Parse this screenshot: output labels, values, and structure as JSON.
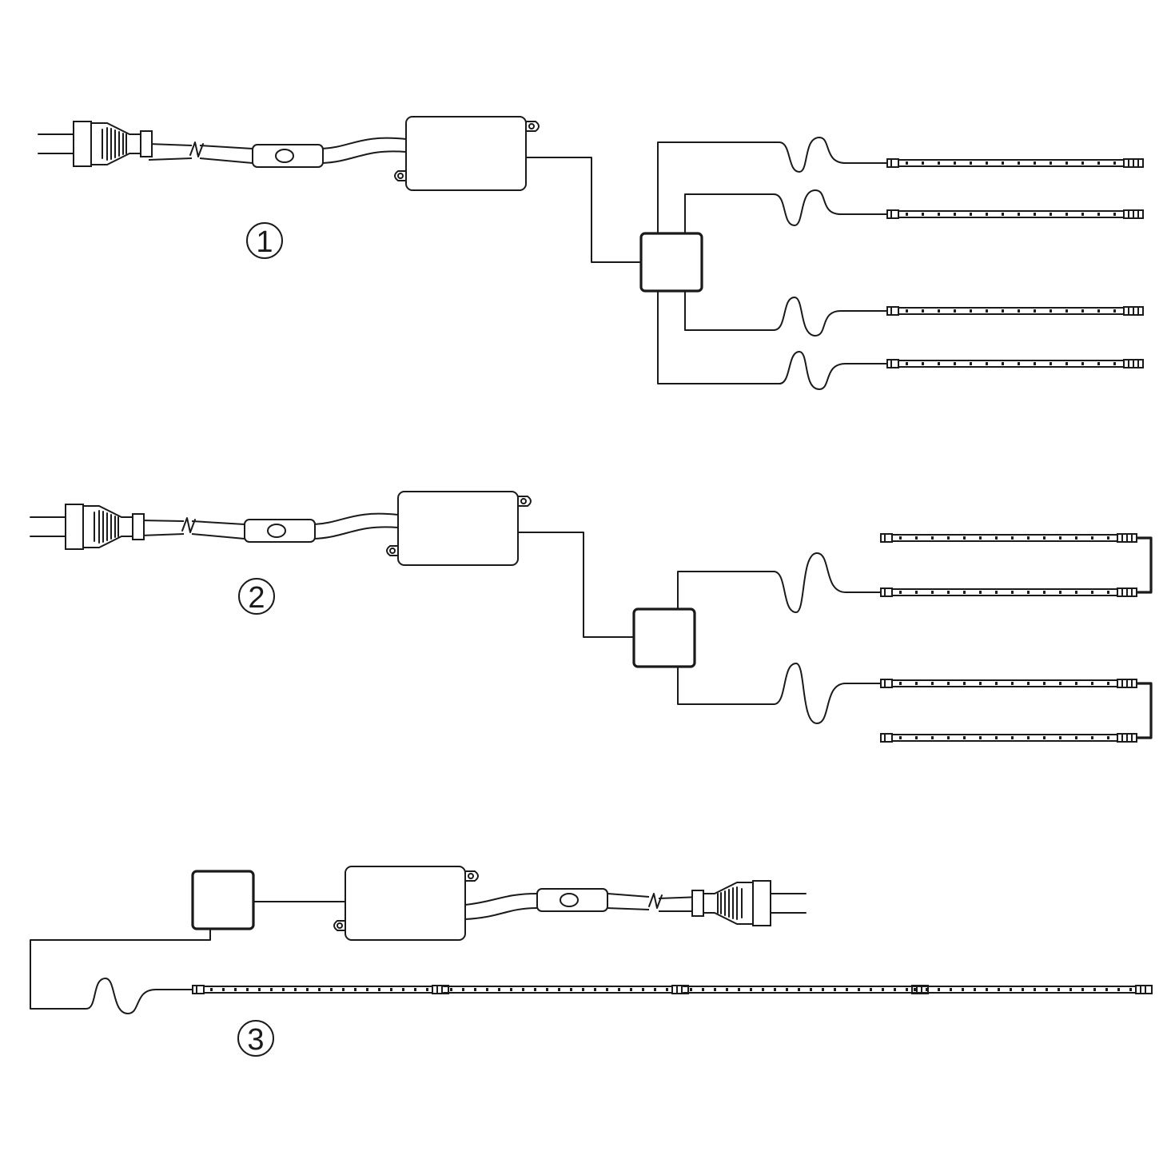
{
  "diagram": {
    "markers": [
      {
        "id": "1",
        "label": "1"
      },
      {
        "id": "2",
        "label": "2"
      },
      {
        "id": "3",
        "label": "3"
      }
    ],
    "icons": [
      "plug-icon",
      "inline-switch-icon",
      "power-adapter-icon",
      "distribution-box-icon",
      "led-strip-icon"
    ],
    "colors": {
      "line": "#1a1a1a",
      "background": "#ffffff"
    }
  }
}
